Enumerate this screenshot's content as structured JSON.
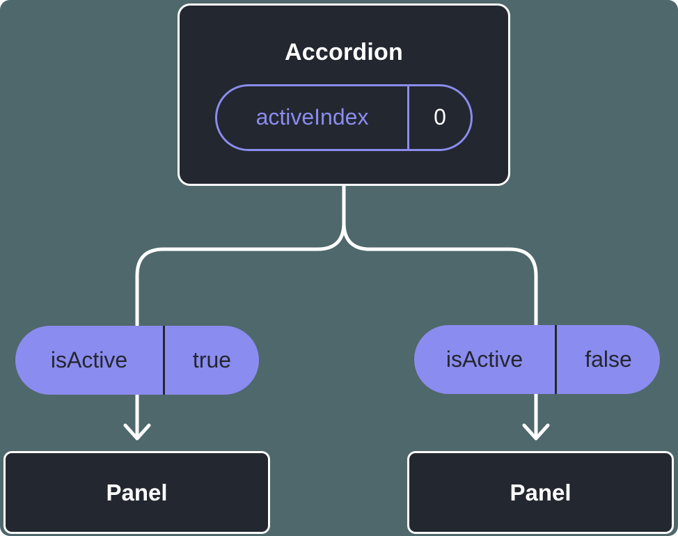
{
  "colors": {
    "background": "#4F686C",
    "node_dark": "#23272F",
    "accent_purple": "#8B8CEF",
    "line_white": "#FFFFFF"
  },
  "tree": {
    "root": {
      "title": "Accordion",
      "prop": {
        "name": "activeIndex",
        "value": "0"
      }
    },
    "children": [
      {
        "prop": {
          "name": "isActive",
          "value": "true"
        },
        "label": "Panel"
      },
      {
        "prop": {
          "name": "isActive",
          "value": "false"
        },
        "label": "Panel"
      }
    ]
  }
}
